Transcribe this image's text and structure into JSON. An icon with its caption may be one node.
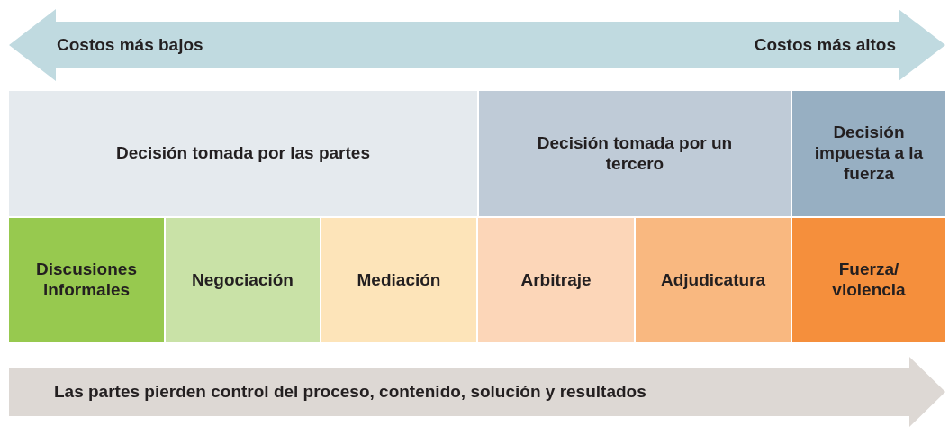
{
  "diagram": {
    "nodes": [
      {
        "text": [
          "Costos más bajos",
          "Costos más altos"
        ]
      },
      {
        "text": [
          "Decisión tomada por las partes"
        ]
      },
      {
        "text": [
          "Decisión tomada por un tercero"
        ]
      },
      {
        "text": [
          "Decisión impuesta a la fuerza"
        ]
      },
      {
        "text": [
          "Discusiones informales"
        ]
      },
      {
        "text": [
          "Negociación"
        ]
      },
      {
        "text": [
          "Mediación"
        ]
      },
      {
        "text": [
          "Arbitraje"
        ]
      },
      {
        "text": [
          "Adjudicatura"
        ]
      },
      {
        "text": [
          "Fuerza/ violencia"
        ]
      },
      {
        "text": [
          "Las partes pierden control del proceso, contenido, solución y resultados"
        ]
      }
    ]
  }
}
